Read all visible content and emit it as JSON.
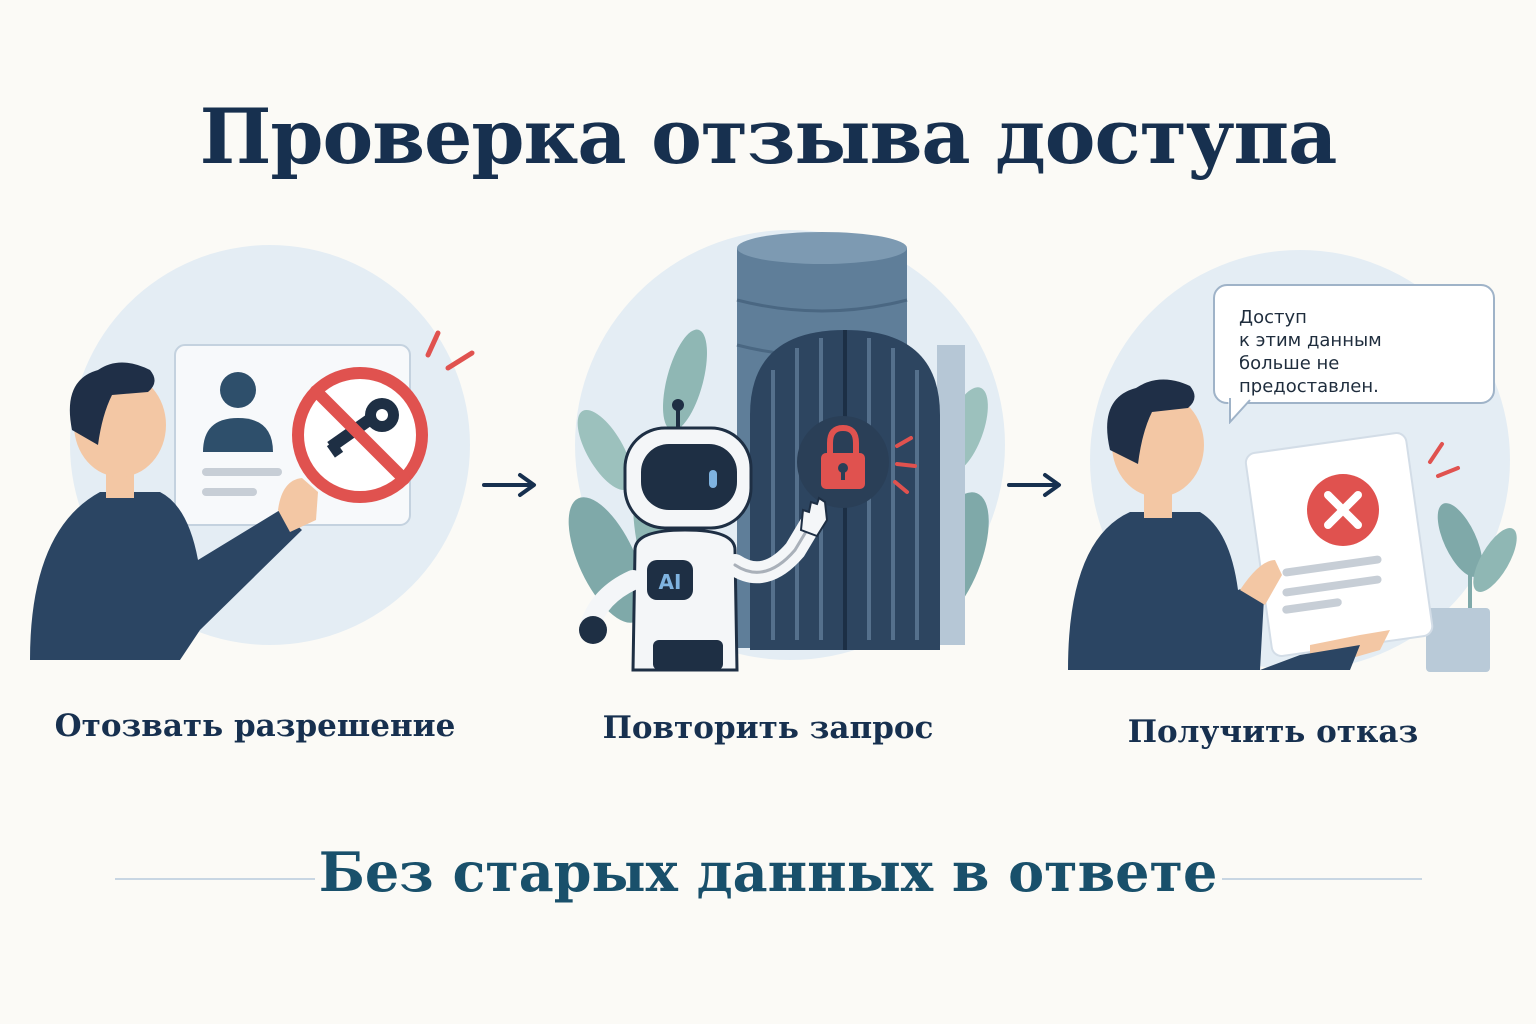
{
  "title": "Проверка отзыва доступа",
  "steps": [
    {
      "label": "Отозвать разрешение"
    },
    {
      "label": "Повторить запрос"
    },
    {
      "label": "Получить отказ"
    }
  ],
  "robot_chest_text": "AI",
  "speech_bubble": {
    "lines": [
      "Доступ",
      "к этим данным",
      "больше не предоставлен."
    ]
  },
  "footer": "Без старых данных в ответе",
  "colors": {
    "navy": "#17304f",
    "accent_red": "#e0524f",
    "teal_heading": "#19506b",
    "circle_bg": "#e4edf4",
    "plant": "#7fa9a9"
  }
}
